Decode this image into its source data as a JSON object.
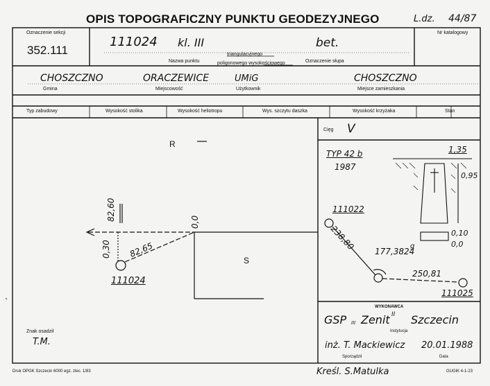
{
  "header": {
    "title": "OPIS TOPOGRAFICZNY PUNKTU GEODEZYJNEGO",
    "ldz_label": "L.dz.",
    "ldz_value": "44/87"
  },
  "section": {
    "label": "Oznaczenie sekcji",
    "value": "352.111"
  },
  "point": {
    "name": "111024",
    "class": "kl. III",
    "type": "bet.",
    "name_label": "Nazwa punktu",
    "triang_label": "triangulacyjnego",
    "poly_label": "poligonowego wysokościowego",
    "pillar_label": "Oznaczenie słupa",
    "catalog_label": "Nr katalogowy"
  },
  "location": {
    "gmina": "CHOSZCZNO",
    "gmina_label": "Gmina",
    "town": "ORACZEWICE",
    "town_label": "Miejscowość",
    "user": "UMiG",
    "user_label": "Użytkownik",
    "residence": "CHOSZCZNO",
    "residence_label": "Miejsce zamieszkania"
  },
  "columns": [
    "Typ zabudowy",
    "Wysokość stolika",
    "Wysokość heliotropu",
    "Wys. szczytu daszka",
    "Wysokość krzyżaka",
    "Stan"
  ],
  "sketch": {
    "label_R": "R",
    "label_S": "S",
    "dist_8260": "82,60",
    "dist_030": "0,30",
    "dist_8265": "82,65",
    "dist_00": "0,0",
    "point_label": "111024",
    "sign_label": "Znak osadził",
    "sign_value": "T.M."
  },
  "cieg": {
    "label": "Cięg",
    "value": "V"
  },
  "marker": {
    "type": "TYP 42 b",
    "year": "1987",
    "dim_135": "1,35",
    "dim_095": "0,95",
    "dim_010": "0,10",
    "dim_00": "0,0"
  },
  "traverse": {
    "point_a": "111022",
    "dist_a": "238,80",
    "angle": "177,3824",
    "angle_unit": "g",
    "dist_b": "250,81",
    "point_b": "111025"
  },
  "execution": {
    "header": "WYKONAWCA",
    "institution": "GSP",
    "institution_sub": "III",
    "company": "Zenit",
    "company_sup": "II",
    "city": "Szczecin",
    "institution_label": "Instytucja",
    "author": "inż. T. Mackiewicz",
    "date": "20.01.1988",
    "author_label": "Sporządził",
    "date_label": "Data"
  },
  "footer": {
    "print": "Druk OPGK Szczecin 6000 egz. zlec. 1/83",
    "drawn": "Kreśl. S.Matulka",
    "form": "GUGiK 4-1-23"
  }
}
